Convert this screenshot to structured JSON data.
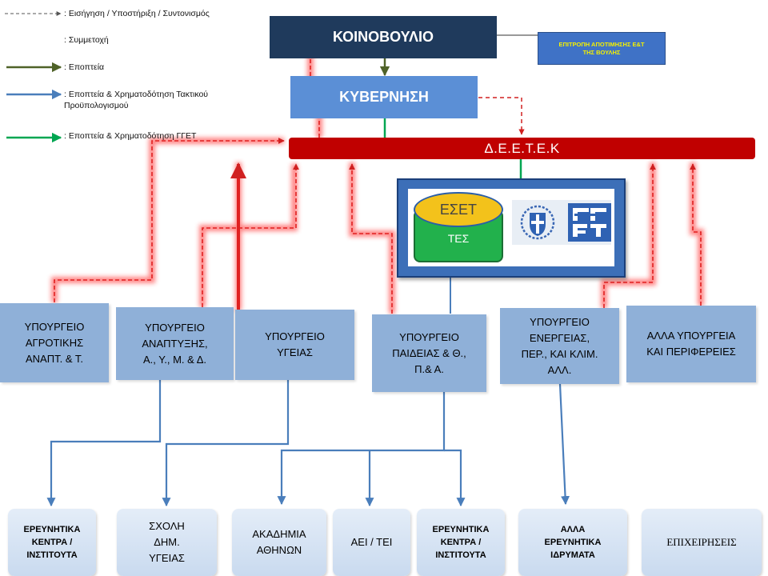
{
  "legend": [
    {
      "label": ": Εισήγηση / Υποστήριξη / Συντονισμός",
      "style": "dashed",
      "color": "#555555"
    },
    {
      "label": ": Συμμετοχή",
      "style": "glow",
      "color": "#ff3030"
    },
    {
      "label": ": Εποπτεία",
      "style": "solid",
      "color": "#4f6228"
    },
    {
      "label": ": Εποπτεία & Χρηματοδότηση Τακτικού\nΠροϋπολογισμού",
      "style": "solid",
      "color": "#4a7ebb"
    },
    {
      "label": ": Εποπτεία & Χρηματοδότηση ΓΓΕΤ",
      "style": "solid",
      "color": "#00a651"
    }
  ],
  "top": {
    "parliament": "ΚΟΙΝΟΒΟΥΛΙΟ",
    "committee": "ΕΠΙΤΡΟΠΗ ΑΠΟΤΙΜΗΣΗΣ Ε&Τ\nΤΗΣ ΒΟΥΛΗΣ",
    "government": "ΚΥΒΕΡΝΗΣΗ",
    "deetek": "Δ.Ε.Ε.Τ.Ε.Κ"
  },
  "gset": {
    "eset": "ΕΣΕΤ",
    "tes": "ΤΕΣ",
    "logo_text": "ΓΓΕΤ"
  },
  "ministries": [
    "ΥΠΟΥΡΓΕΙΟ\nΑΓΡΟΤΙΚΗΣ\nΑΝΑΠΤ. & Τ.",
    "ΥΠΟΥΡΓΕΙΟ\nΑΝΑΠΤΥΞΗΣ,\nΑ., Υ., Μ. & Δ.",
    "ΥΠΟΥΡΓΕΙΟ\nΥΓΕΙΑΣ",
    "ΥΠΟΥΡΓΕΙΟ\nΠΑΙΔΕΙΑΣ & Θ.,\nΠ.& Α.",
    "ΥΠΟΥΡΓΕΙΟ\nΕΝΕΡΓΕΙΑΣ,\nΠΕΡ., ΚΑΙ ΚΛΙΜ.\nΑΛΛ.",
    "ΑΛΛΑ ΥΠΟΥΡΓΕΙΑ\nΚΑΙ ΠΕΡΙΦΕΡΕΙΕΣ"
  ],
  "institutions": [
    "ΕΡΕΥΝΗΤΙΚΑ\nΚΕΝΤΡΑ /\nΙΝΣΤΙΤΟΥΤΑ",
    "ΣΧΟΛΗ\nΔΗΜ.\nΥΓΕΙΑΣ",
    "ΑΚΑΔΗΜΙΑ\nΑΘΗΝΩΝ",
    "ΑΕΙ / ΤΕΙ",
    "ΕΡΕΥΝΗΤΙΚΑ\nΚΕΝΤΡΑ /\nΙΝΣΤΙΤΟΥΤΑ",
    "ΑΛΛΑ\nΕΡΕΥΝΗΤΙΚΑ\nΙΔΡΥΜΑΤΑ",
    "ΕΠΙΧΕΙΡΗΣΕΙΣ"
  ],
  "colors": {
    "supervision": "#4f6228",
    "budget_funding": "#4a7ebb",
    "gset_funding": "#00a651",
    "participation": "#ff3030",
    "dashed": "#555555",
    "proposal_red": "#d02020"
  }
}
